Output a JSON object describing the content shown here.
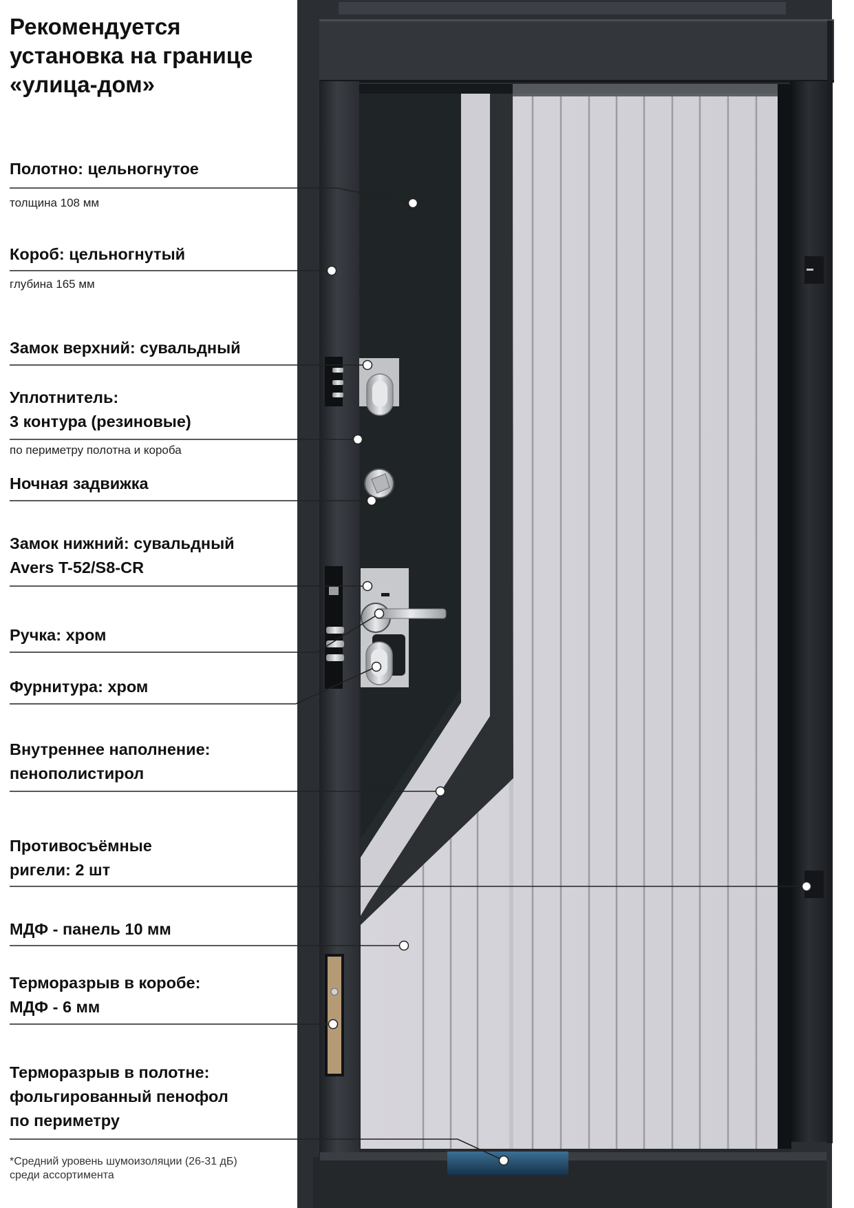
{
  "title": {
    "lines": [
      "Рекомендуется",
      "установка на границе",
      "«улица-дом»"
    ]
  },
  "specs": [
    {
      "id": "polotno",
      "heading": [
        "Полотно: цельногнутое"
      ],
      "sub": "толщина 108 мм"
    },
    {
      "id": "korob",
      "heading": [
        "Короб: цельногнутый"
      ],
      "sub": "глубина 165 мм"
    },
    {
      "id": "zamok-verh",
      "heading": [
        "Замок верхний: сувальдный"
      ],
      "sub": ""
    },
    {
      "id": "uplotnitel",
      "heading": [
        "Уплотнитель:",
        "3 контура (резиновые)"
      ],
      "sub": "по периметру полотна и короба"
    },
    {
      "id": "zadvizhka",
      "heading": [
        "Ночная задвижка"
      ],
      "sub": ""
    },
    {
      "id": "zamok-niz",
      "heading": [
        "Замок нижний: сувальдный",
        "Avers T-52/S8-CR"
      ],
      "sub": ""
    },
    {
      "id": "ruchka",
      "heading": [
        "Ручка: хром"
      ],
      "sub": ""
    },
    {
      "id": "furnitura",
      "heading": [
        "Фурнитура: хром"
      ],
      "sub": ""
    },
    {
      "id": "napolnenie",
      "heading": [
        "Внутреннее наполнение:",
        "пенополистирол"
      ],
      "sub": ""
    },
    {
      "id": "rigeli",
      "heading": [
        "Противосъёмные",
        "ригели: 2 шт"
      ],
      "sub": ""
    },
    {
      "id": "mdf",
      "heading": [
        "МДФ - панель 10 мм"
      ],
      "sub": ""
    },
    {
      "id": "termo-korob",
      "heading": [
        "Терморазрыв в коробе:",
        "МДФ - 6 мм"
      ],
      "sub": ""
    },
    {
      "id": "termo-polotno",
      "heading": [
        "Терморазрыв в полотне:",
        "фольгированный пенофол",
        "по периметру"
      ],
      "sub": ""
    }
  ],
  "footnote": {
    "lines": [
      "*Средний уровень шумоизоляции (26-31 дБ)",
      "среди ассортимента"
    ]
  },
  "colors": {
    "frame": "#2b2e33",
    "frame_dark": "#1a1c20",
    "leaf_dark": "#24292b",
    "panel_light": "#d3d2d8",
    "groove": "#9a9aa0",
    "chrome": "#c8c9cc",
    "thermo_break": "#b59a76",
    "threshold_blue": "#2a5878",
    "leader_line": "#222222"
  }
}
